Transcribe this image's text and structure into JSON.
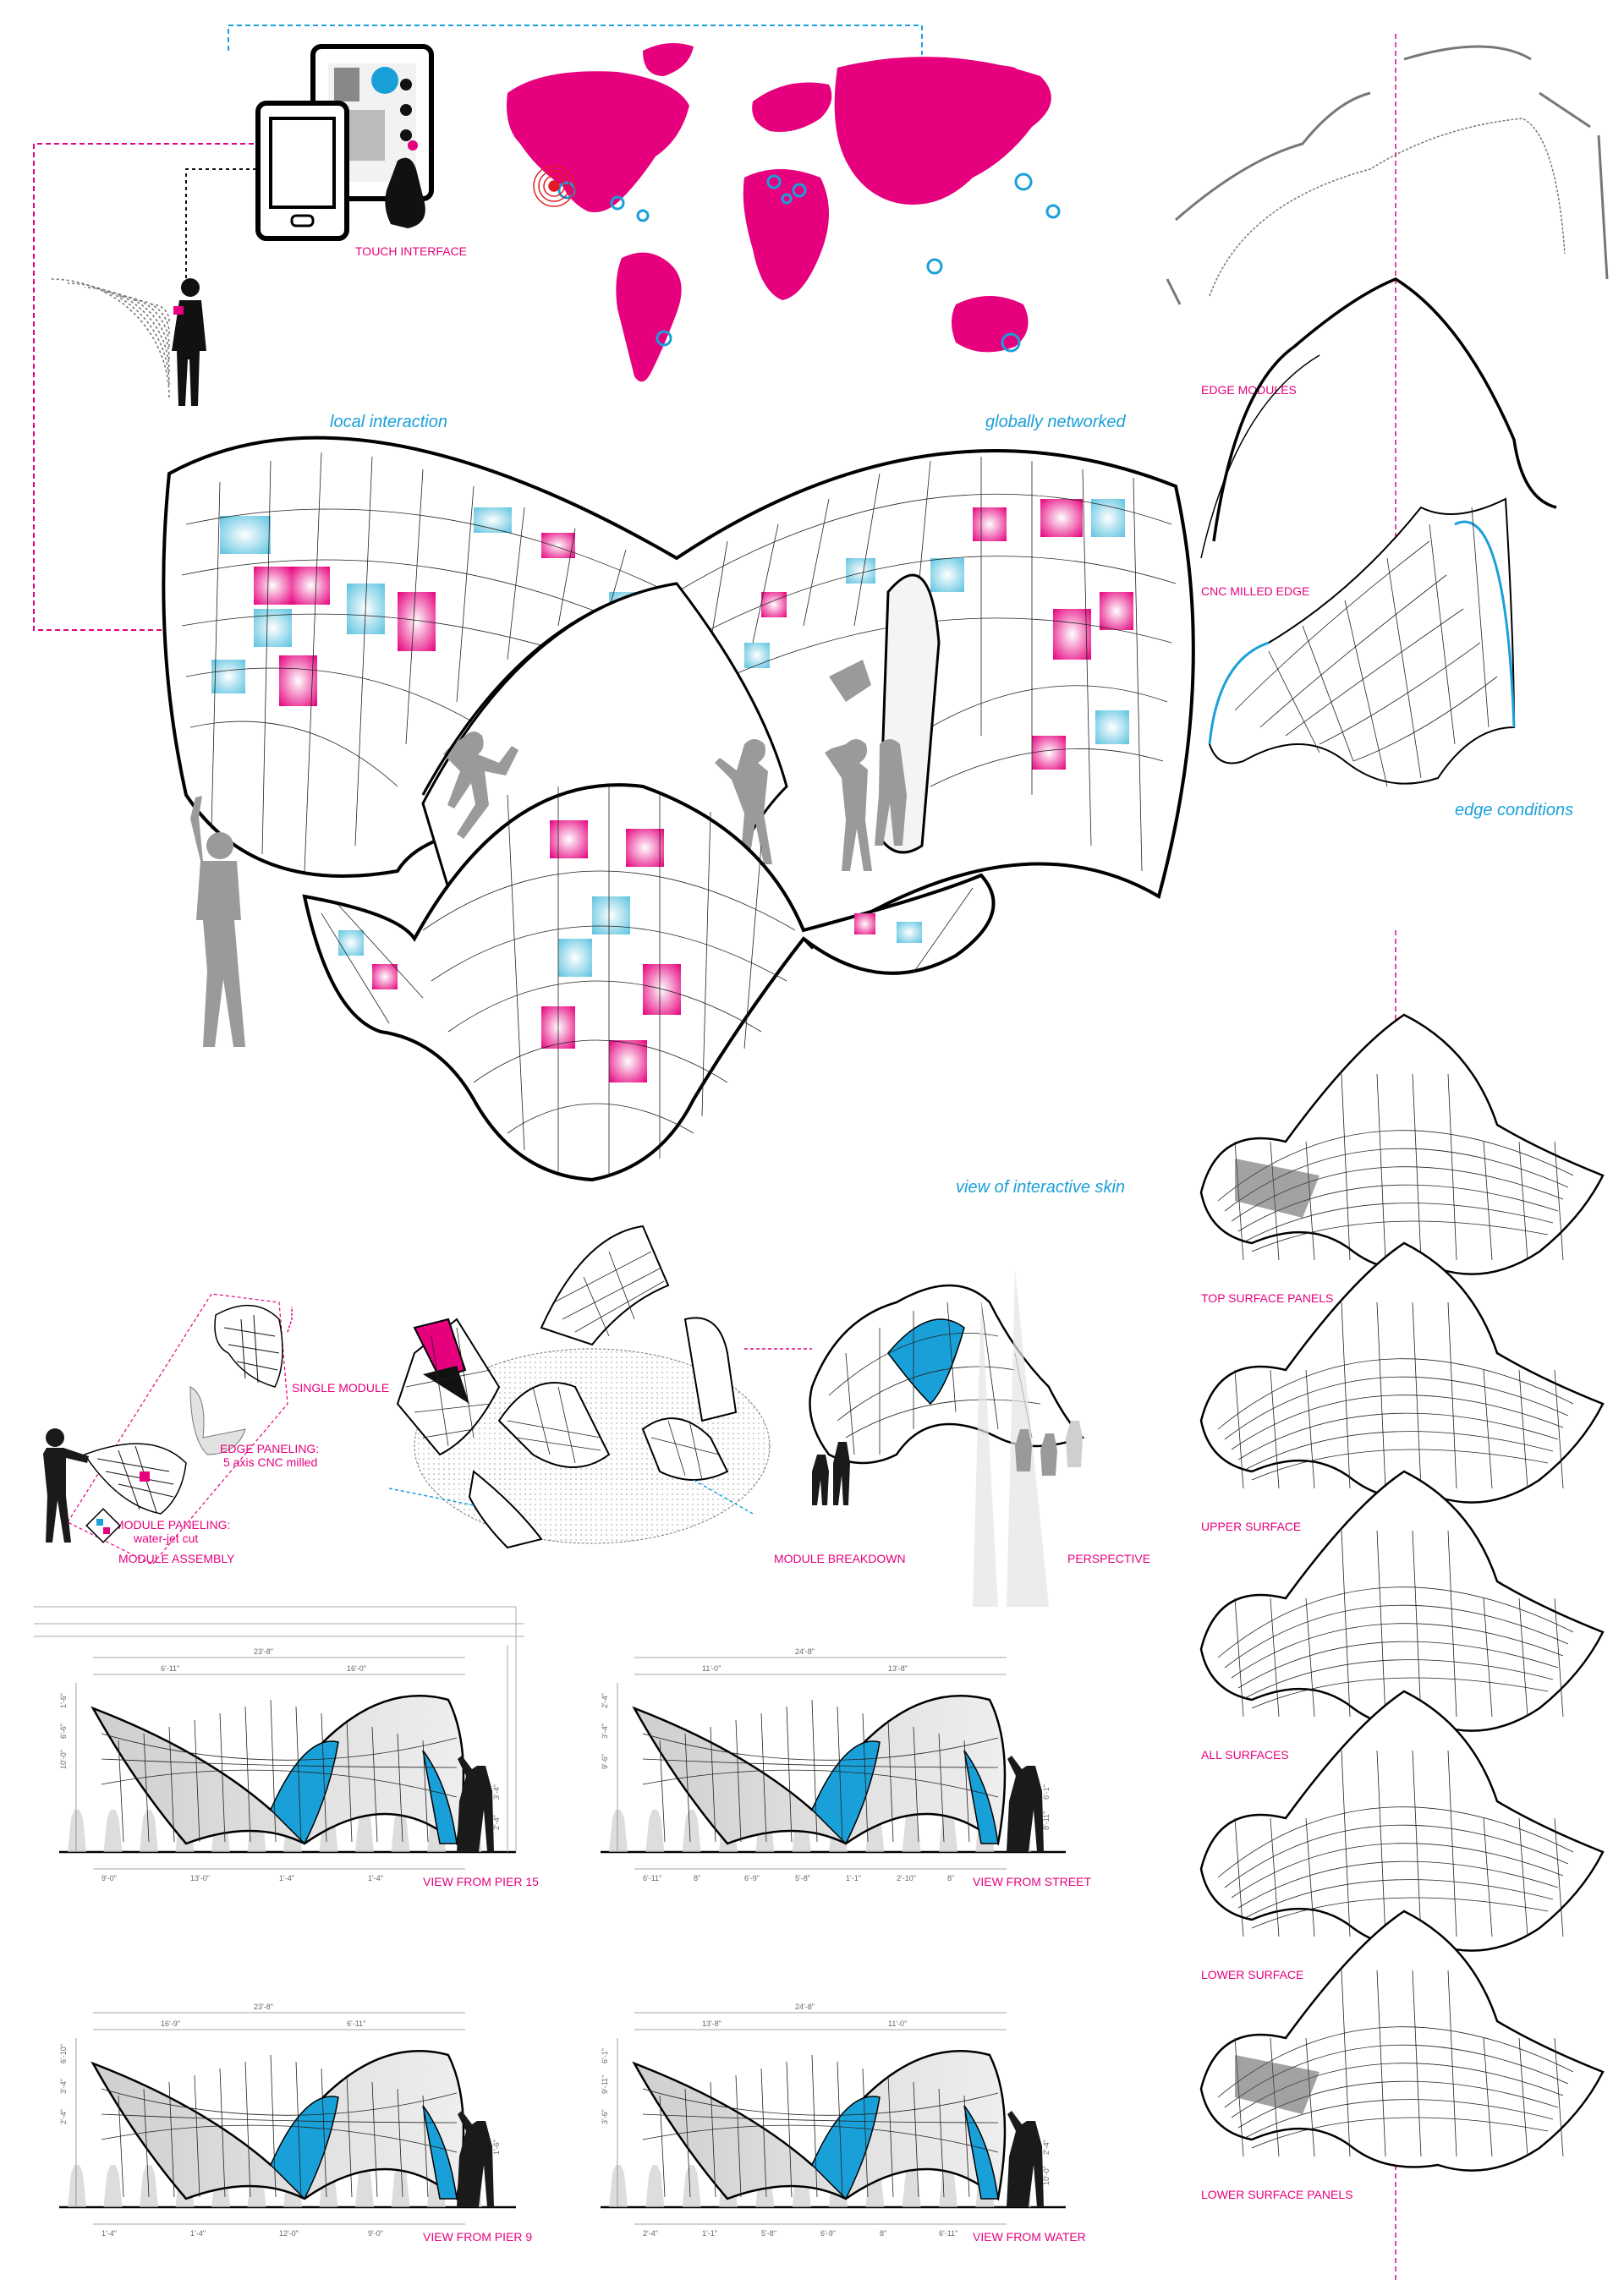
{
  "colors": {
    "magenta": "#e6007e",
    "cyan": "#1aa0d8",
    "pink_panel": "#ee4f9f",
    "blue_panel": "#8fd3e6",
    "ink": "#111111",
    "surface_grey": "#d6d6d6"
  },
  "top": {
    "touch_interface": "TOUCH INTERFACE",
    "local_interaction": "local interaction",
    "globally_networked": "globally networked"
  },
  "main": {
    "view_label": "view of interactive skin"
  },
  "edge": {
    "edge_modules": "EDGE MODULES",
    "cnc_milled_edge": "CNC MILLED EDGE",
    "edge_conditions": "edge conditions"
  },
  "assembly": {
    "single_module": "SINGLE MODULE",
    "edge_paneling_1": "EDGE PANELING:",
    "edge_paneling_2": "5 axis CNC milled",
    "module_paneling_1": "MODULE PANELING:",
    "module_paneling_2": "water-jet cut",
    "module_assembly": "MODULE ASSEMBLY",
    "module_breakdown": "MODULE BREAKDOWN",
    "perspective": "PERSPECTIVE"
  },
  "layers": [
    {
      "label": "TOP SURFACE PANELS"
    },
    {
      "label": "UPPER SURFACE"
    },
    {
      "label": "ALL SURFACES"
    },
    {
      "label": "LOWER SURFACE"
    },
    {
      "label": "LOWER SURFACE PANELS"
    }
  ],
  "elevations": {
    "pier15": {
      "label": "VIEW FROM PIER 15",
      "dims_top": [
        "23'-8\"",
        "6'-11\"",
        "16'-0\""
      ],
      "dims_bottom": [
        "9'-0\"",
        "13'-0\"",
        "1'-4\"",
        "1'-4\""
      ],
      "dims_side": [
        "1'-6\"",
        "6'-6\"",
        "10'-0\"",
        "3'-4\"",
        "2'-4\""
      ]
    },
    "street": {
      "label": "VIEW FROM STREET",
      "dims_top": [
        "24'-8\"",
        "11'-0\"",
        "13'-8\""
      ],
      "dims_bottom": [
        "6'-11\"",
        "8\"",
        "6'-9\"",
        "5'-8\"",
        "1'-1\"",
        "2'-10\"",
        "8\""
      ],
      "dims_side": [
        "2'-4\"",
        "3'-4\"",
        "9'-6\"",
        "6'-1\"",
        "8'-11\""
      ]
    },
    "pier9": {
      "label": "VIEW FROM PIER 9",
      "dims_top": [
        "23'-8\"",
        "16'-9\"",
        "6'-11\""
      ],
      "dims_bottom": [
        "1'-4\"",
        "1'-4\"",
        "12'-0\"",
        "9'-0\""
      ],
      "dims_side": [
        "6'-10\"",
        "3'-4\"",
        "2'-4\"",
        "1'-6\""
      ]
    },
    "water": {
      "label": "VIEW FROM WATER",
      "dims_top": [
        "24'-8\"",
        "13'-8\"",
        "11'-0\""
      ],
      "dims_bottom": [
        "2'-4\"",
        "1'-1\"",
        "5'-8\"",
        "6'-9\"",
        "8\"",
        "6'-11\""
      ],
      "dims_side": [
        "6'-1\"",
        "9'-11\"",
        "3'-6\"",
        "2'-4\"",
        "10'-0\""
      ]
    }
  }
}
